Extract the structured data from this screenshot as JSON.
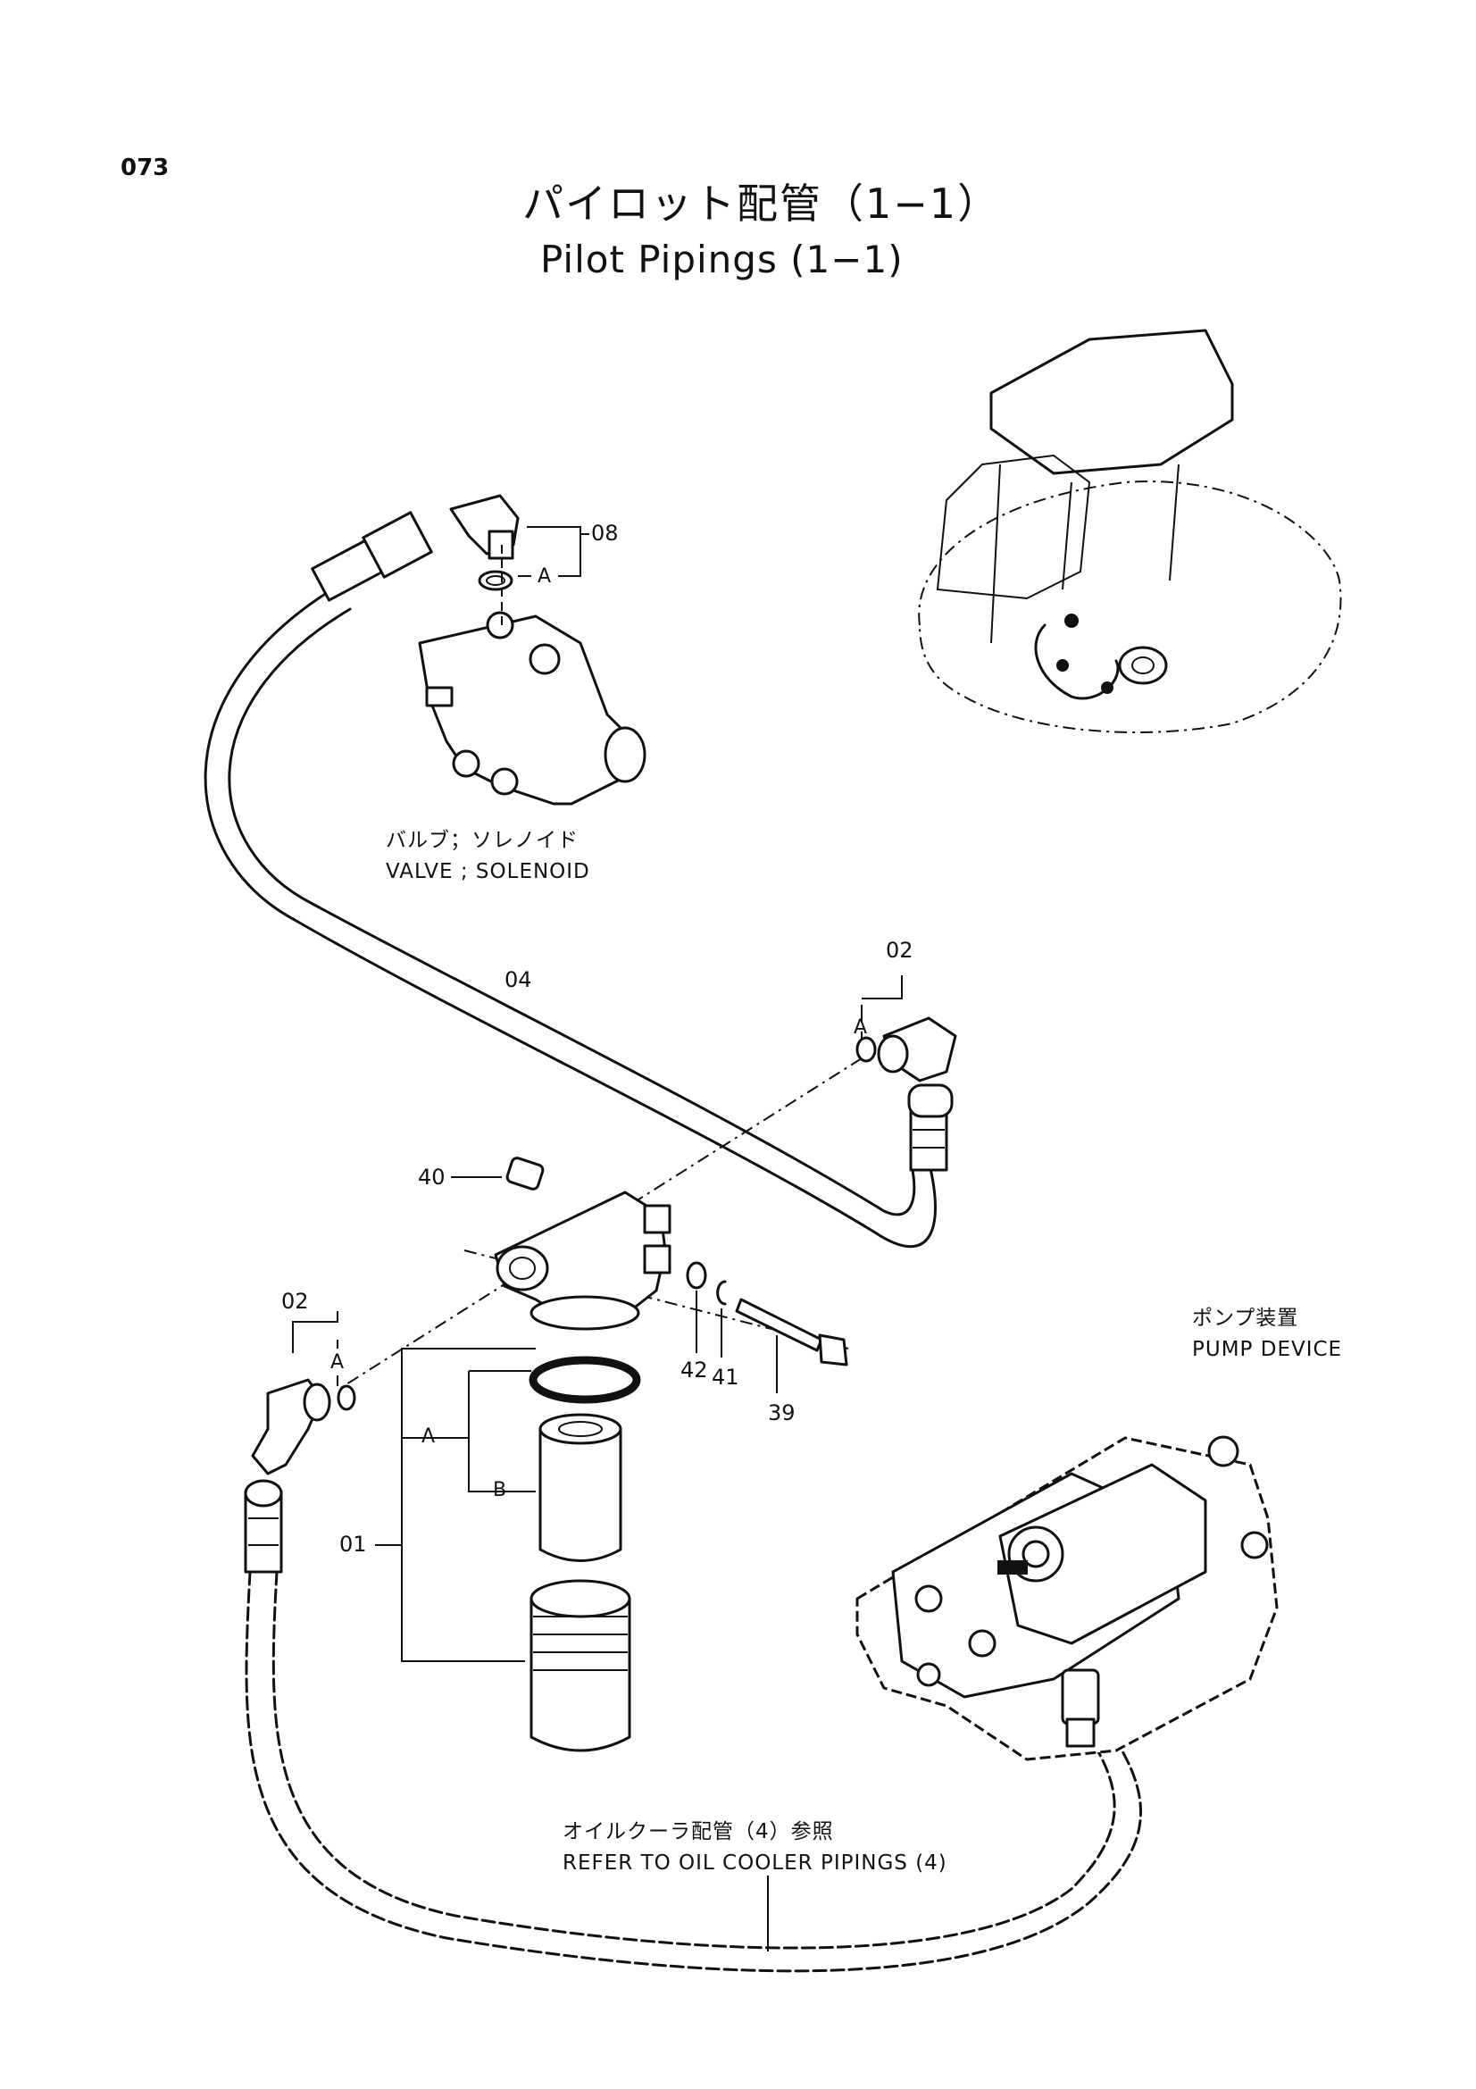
{
  "page_number": "073",
  "title_jp": "パイロット配管（1−1）",
  "title_en": "Pilot Pipings (1−1)",
  "callouts": {
    "solenoid_valve_jp": "バルブ；ソレノイド",
    "solenoid_valve_en": "VALVE ; SOLENOID",
    "pump_device_jp": "ポンプ装置",
    "pump_device_en": "PUMP DEVICE",
    "oil_cooler_jp": "オイルクーラ配管（4）参照",
    "oil_cooler_en": "REFER TO OIL COOLER PIPINGS (4)"
  },
  "part_numbers": {
    "p08": "08",
    "p02_top": "02",
    "p04": "04",
    "p40": "40",
    "p02_left": "02",
    "p42": "42",
    "p41": "41",
    "p39": "39",
    "p01": "01"
  },
  "letters": {
    "a_08": "A",
    "a_02_top": "A",
    "a_02_left": "A",
    "a_01": "A",
    "b_01": "B"
  }
}
